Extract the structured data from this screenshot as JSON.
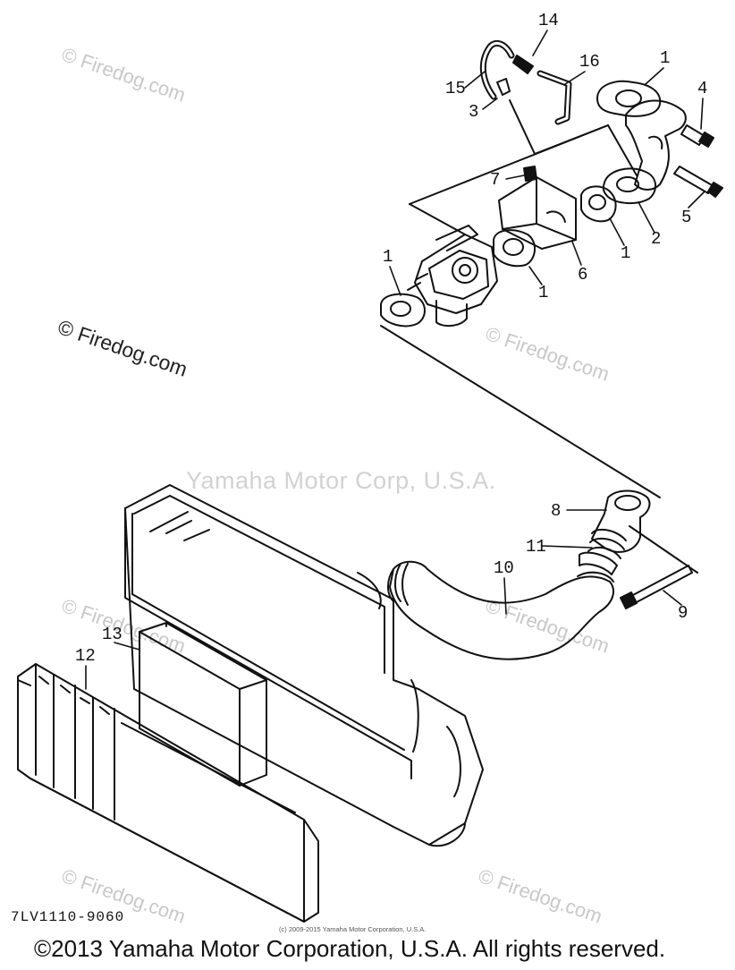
{
  "watermarks": {
    "site": "© Firedog.com",
    "brand": "Yamaha Motor Corp, U.S.A."
  },
  "callouts": [
    {
      "id": "14",
      "label": "14"
    },
    {
      "id": "16",
      "label": "16"
    },
    {
      "id": "15",
      "label": "15"
    },
    {
      "id": "3",
      "label": "3"
    },
    {
      "id": "1a",
      "label": "1"
    },
    {
      "id": "4",
      "label": "4"
    },
    {
      "id": "7",
      "label": "7"
    },
    {
      "id": "5",
      "label": "5"
    },
    {
      "id": "2",
      "label": "2"
    },
    {
      "id": "1b",
      "label": "1"
    },
    {
      "id": "1c",
      "label": "1"
    },
    {
      "id": "6",
      "label": "6"
    },
    {
      "id": "1d",
      "label": "1"
    },
    {
      "id": "8",
      "label": "8"
    },
    {
      "id": "11",
      "label": "11"
    },
    {
      "id": "10",
      "label": "10"
    },
    {
      "id": "9",
      "label": "9"
    },
    {
      "id": "13",
      "label": "13"
    },
    {
      "id": "12",
      "label": "12"
    }
  ],
  "diagram_code": "7LV1110-9060",
  "small_credit": "(c) 2009-2015 Yamaha Motor Corporation, U.S.A.",
  "footer": "©2013 Yamaha Motor Corporation, U.S.A. All rights reserved."
}
